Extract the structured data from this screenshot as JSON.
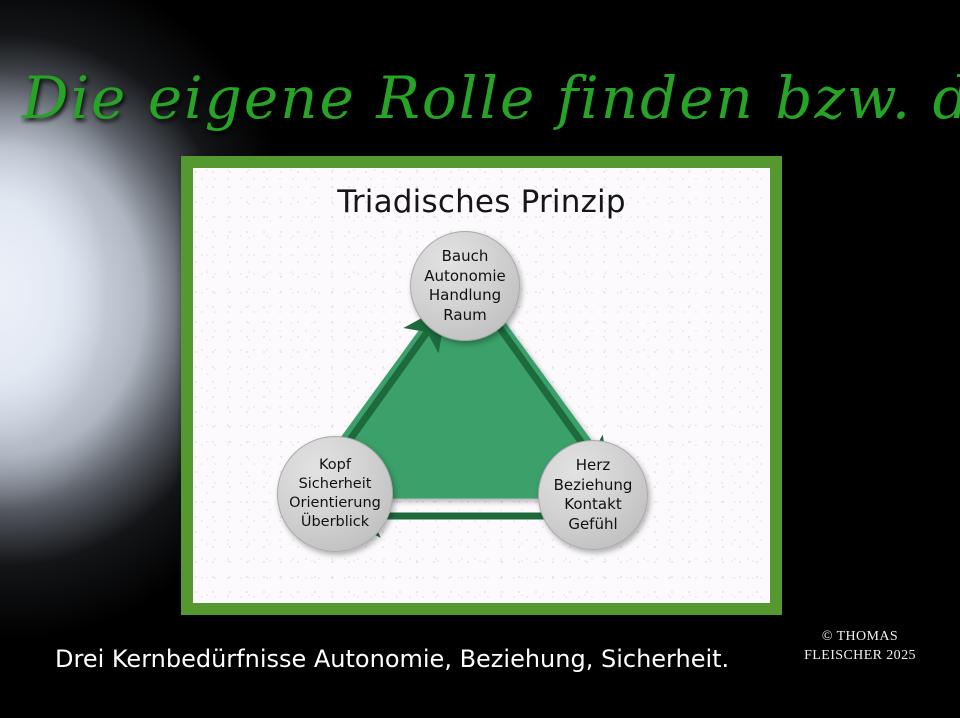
{
  "slide": {
    "title": "Die eigene Rolle finden bzw. definieren…",
    "caption": "Drei Kernbedürfnisse Autonomie, Beziehung, Sicherheit.",
    "background_color": "#000000",
    "title_color": "#25a425",
    "frame_color": "#55982f"
  },
  "diagram": {
    "title": "Triadisches Prinzip",
    "triangle_color": "#3aa06b",
    "arrow_color": "#1d6b3c",
    "panel_color": "#fcfafc",
    "nodes": [
      {
        "id": "bauch",
        "position": "top",
        "lines": [
          "Bauch",
          "Autonomie",
          "Handlung",
          "Raum"
        ]
      },
      {
        "id": "kopf",
        "position": "bottom-left",
        "lines": [
          "Kopf",
          "Sicherheit",
          "Orientierung",
          "Überblick"
        ]
      },
      {
        "id": "herz",
        "position": "bottom-right",
        "lines": [
          "Herz",
          "Beziehung",
          "Kontakt",
          "Gefühl"
        ]
      }
    ],
    "arrows": [
      {
        "from": "kopf",
        "to": "bauch"
      },
      {
        "from": "bauch",
        "to": "herz"
      },
      {
        "from": "herz",
        "to": "kopf"
      }
    ]
  },
  "copyright": {
    "line1": "© THOMAS",
    "line2": "FLEISCHER 2025"
  }
}
